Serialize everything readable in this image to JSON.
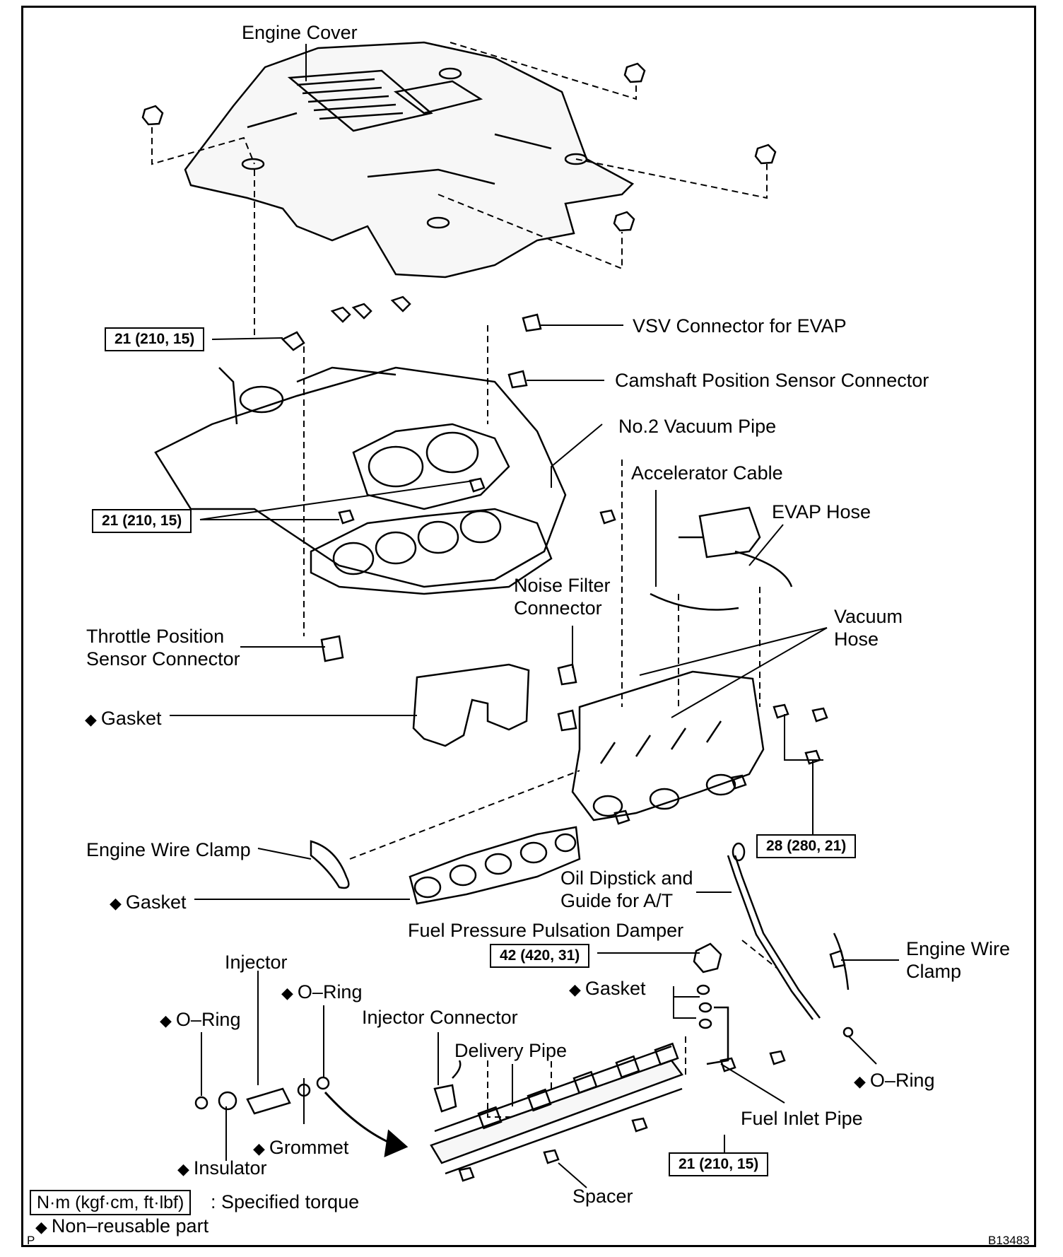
{
  "labels": {
    "engine_cover": "Engine Cover",
    "vsv_connector": "VSV Connector for EVAP",
    "camshaft_connector": "Camshaft Position Sensor Connector",
    "vacuum_pipe2": "No.2 Vacuum Pipe",
    "accelerator_cable": "Accelerator Cable",
    "evap_hose": "EVAP Hose",
    "noise_filter": "Noise Filter\nConnector",
    "vacuum_hose": "Vacuum\nHose",
    "throttle_sensor": "Throttle Position\nSensor Connector",
    "gasket_upper": "Gasket",
    "engine_wire_clamp_left": "Engine Wire Clamp",
    "gasket_lower": "Gasket",
    "oil_dipstick": "Oil Dipstick and\nGuide for A/T",
    "fuel_damper": "Fuel Pressure Pulsation Damper",
    "engine_wire_clamp_right": "Engine Wire\nClamp",
    "injector": "Injector",
    "oring_center": "O–Ring",
    "oring_left": "O–Ring",
    "injector_connector": "Injector Connector",
    "delivery_pipe": "Delivery Pipe",
    "gasket_damper": "Gasket",
    "oring_right": "O–Ring",
    "fuel_inlet_pipe": "Fuel Inlet Pipe",
    "grommet": "Grommet",
    "insulator": "Insulator",
    "spacer": "Spacer"
  },
  "torques": {
    "t1": "21 (210, 15)",
    "t2": "21 (210, 15)",
    "t3": "28 (280, 21)",
    "t4": "42 (420, 31)",
    "t5": "21 (210, 15)"
  },
  "legend": {
    "torque_unit": "N·m (kgf·cm, ft·lbf)",
    "torque_text": ": Specified torque",
    "nonreusable_text": "Non–reusable part",
    "diamond": "◆"
  },
  "corner_letter": "P",
  "figure_code": "B13483",
  "colors": {
    "ink": "#000000",
    "paper": "#ffffff",
    "part_fill": "#f7f7f7"
  }
}
